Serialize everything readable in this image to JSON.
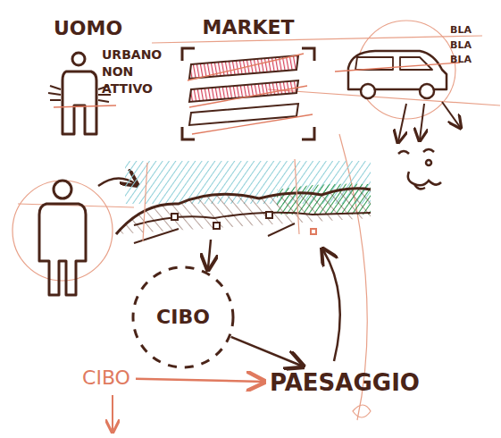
{
  "diagram": {
    "nodes": [
      {
        "text": [
          "MARKET"
        ]
      },
      {
        "text": [
          "CIBO"
        ]
      },
      {
        "text": [
          "CIBO"
        ]
      },
      {
        "text": [
          "PAESAGGIO"
        ]
      }
    ],
    "edges": [
      {
        "from": 1,
        "to": 3,
        "arrow": "to"
      },
      {
        "from": 2,
        "to": 3,
        "arrow": "to"
      }
    ],
    "labels": [
      "UOMO",
      "URBANO NON ATTIVO",
      "BLA BLA BLA"
    ]
  }
}
